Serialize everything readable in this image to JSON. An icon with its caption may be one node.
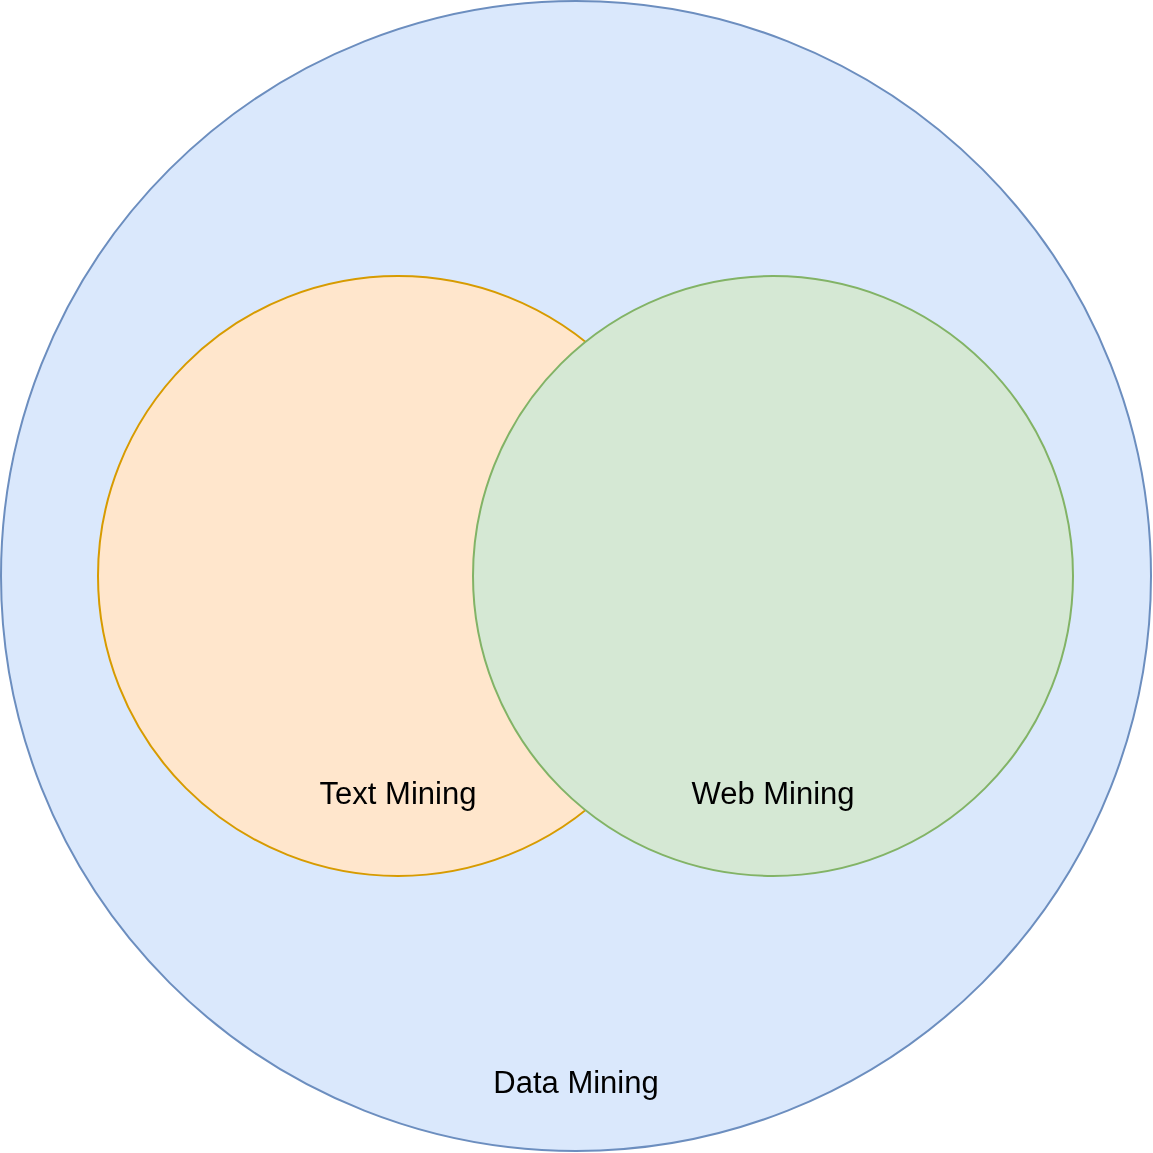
{
  "diagram": {
    "nodes": [
      {
        "text": [
          "Data Mining"
        ]
      },
      {
        "text": [
          "Text Mining"
        ],
        "in": 0
      },
      {
        "text": [
          "Web Mining"
        ],
        "in": 0
      }
    ]
  }
}
